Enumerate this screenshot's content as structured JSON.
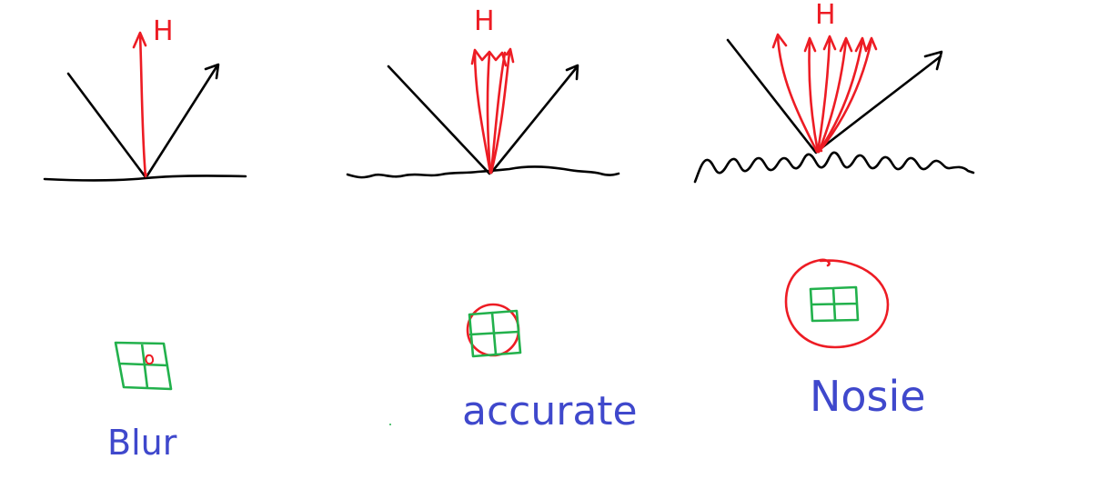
{
  "colors": {
    "surface_ink": "#000000",
    "half_vector_ink": "#ed1c24",
    "pixel_grid_ink": "#22b14c",
    "caption_ink": "#3f48cc"
  },
  "panels": [
    {
      "id": "smooth",
      "half_vector_label": "H",
      "caption": "Blur"
    },
    {
      "id": "medium",
      "half_vector_label": "H",
      "caption": "accurate"
    },
    {
      "id": "rough",
      "half_vector_label": "H",
      "caption": "Nosie"
    }
  ]
}
